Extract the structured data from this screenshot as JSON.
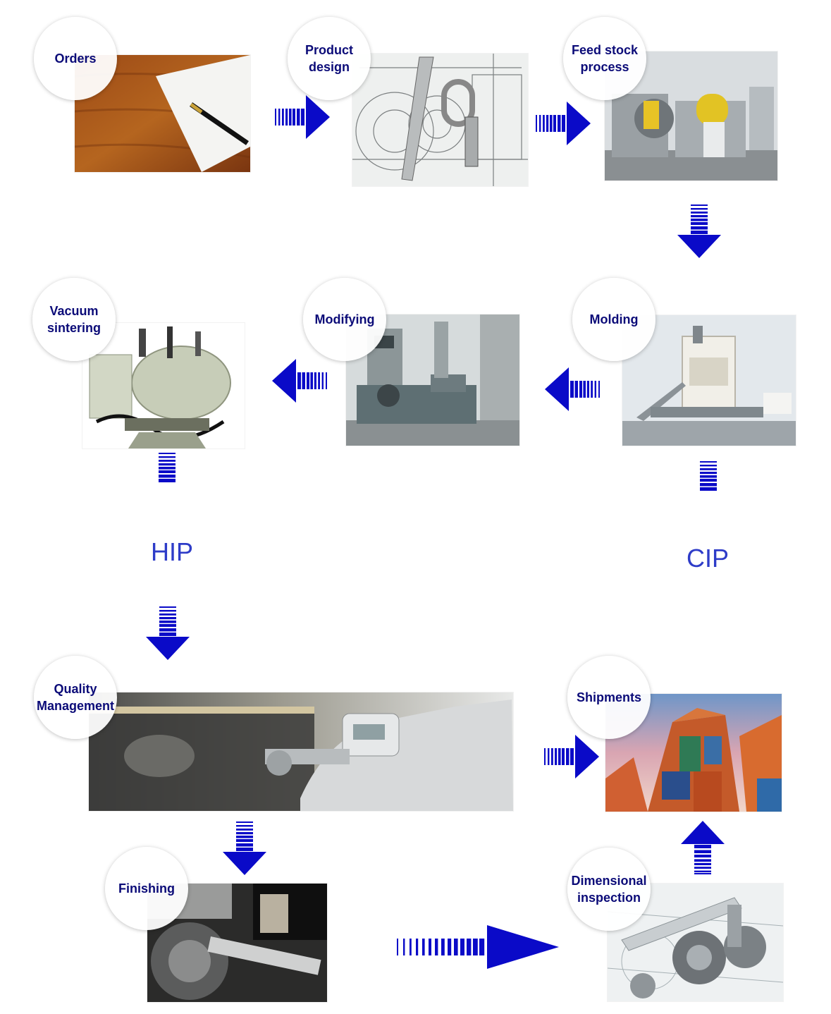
{
  "steps": {
    "orders": "Orders",
    "product_design": "Product\ndesign",
    "feed_stock": "Feed stock\nprocess",
    "molding": "Molding",
    "modifying": "Modifying",
    "vacuum_sintering": "Vacuum\nsintering",
    "quality_management": "Quality\nManagement",
    "finishing": "Finishing",
    "dimensional_inspection": "Dimensional\ninspection",
    "shipments": "Shipments"
  },
  "labels": {
    "hip": "HIP",
    "cip": "CIP"
  },
  "colors": {
    "arrow": "#0a0ac8",
    "bubble_text": "#0b0b78",
    "label_text": "#2e3cc8"
  }
}
